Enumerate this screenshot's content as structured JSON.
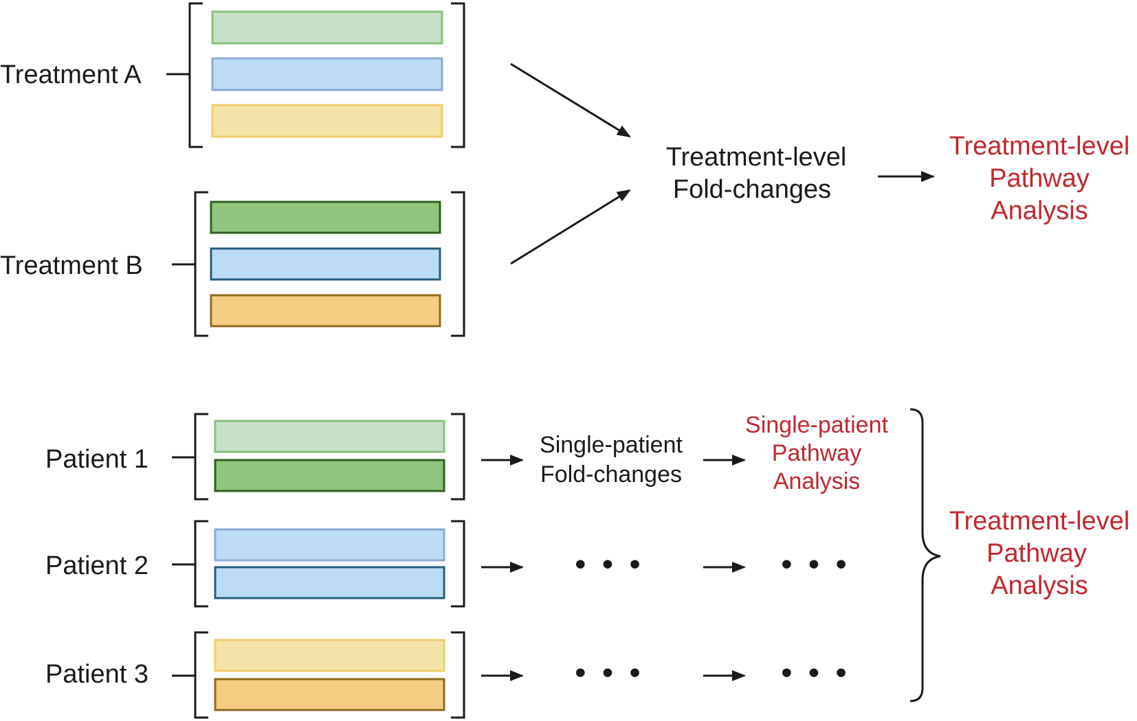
{
  "colors": {
    "light_green": "#c8dfc9",
    "light_green_border": "#86c07c",
    "light_blue": "#bcdcf3",
    "light_blue_border": "#8ea9d3",
    "light_yellow": "#f4e4a7",
    "light_yellow_border": "#f0cc6a",
    "green": "#93c47d",
    "green_border": "#2e5e1f",
    "blue": "#bcdcf3",
    "blue_border": "#255d7e",
    "orange": "#f3cd82",
    "orange_border": "#8c6a1f",
    "accent_red": "#c0282d"
  },
  "top": {
    "treatment_a_label": "Treatment A",
    "treatment_b_label": "Treatment B",
    "fold_changes_line1": "Treatment-level",
    "fold_changes_line2": "Fold-changes",
    "pathway_line1": "Treatment-level",
    "pathway_line2": "Pathway",
    "pathway_line3": "Analysis"
  },
  "bottom": {
    "patient1_label": "Patient 1",
    "patient2_label": "Patient 2",
    "patient3_label": "Patient 3",
    "single_fold_line1": "Single-patient",
    "single_fold_line2": "Fold-changes",
    "single_pathway_line1": "Single-patient",
    "single_pathway_line2": "Pathway",
    "single_pathway_line3": "Analysis",
    "ellipsis": "• • •",
    "aggregate_line1": "Treatment-level",
    "aggregate_line2": "Pathway",
    "aggregate_line3": "Analysis"
  }
}
